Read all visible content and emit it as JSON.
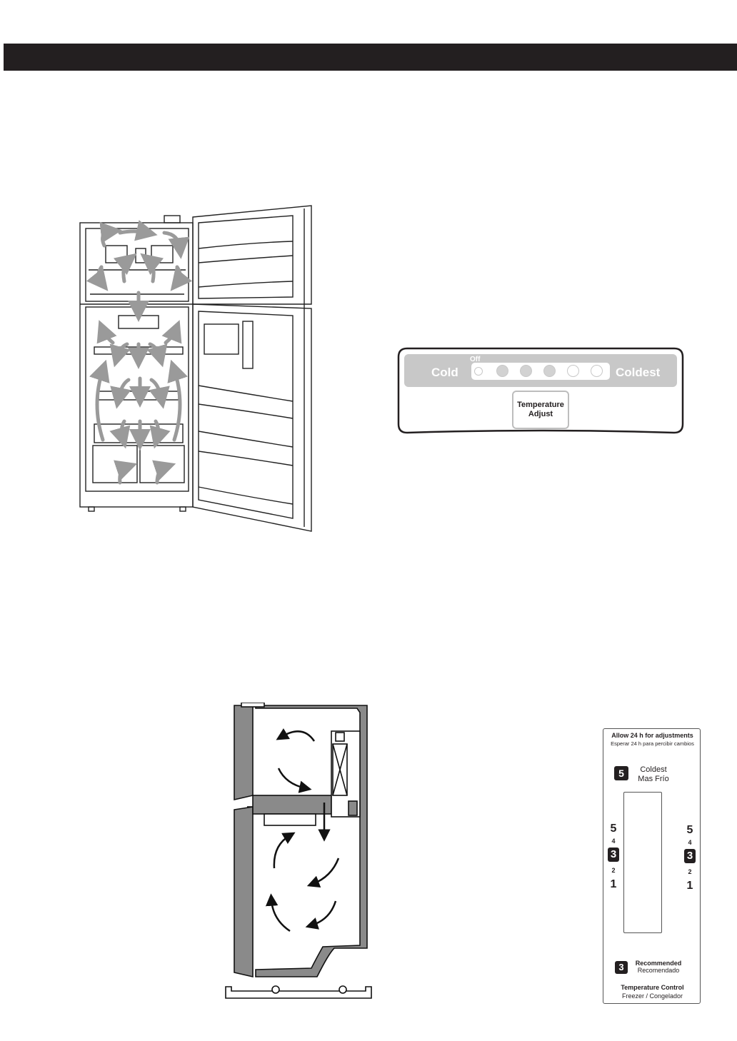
{
  "header": {
    "bar_color": "#231f20"
  },
  "control_panel": {
    "off_label": "Off",
    "cold_label": "Cold",
    "coldest_label": "Coldest",
    "button_line1": "Temperature",
    "button_line2": "Adjust",
    "leds": [
      {
        "state": "off"
      },
      {
        "state": "filled"
      },
      {
        "state": "filled"
      },
      {
        "state": "filled"
      },
      {
        "state": "empty"
      },
      {
        "state": "empty"
      }
    ]
  },
  "dial_label": {
    "header_line1": "Allow 24 h for adjustments",
    "header_line2": "Esperar 24 h para percibir cambios",
    "coldest_badge": "5",
    "coldest_en": "Coldest",
    "coldest_es": "Mas Frío",
    "scale_left": [
      "5",
      "4",
      "3",
      "2",
      "1"
    ],
    "scale_right": [
      "5",
      "4",
      "3",
      "2",
      "1"
    ],
    "recommended_badge": "3",
    "recommended_en": "Recommended",
    "recommended_es": "Recomendado",
    "footer_line1": "Temperature Control",
    "footer_line2": "Freezer / Congelador"
  },
  "colors": {
    "panel_gray": "#c8c8c8",
    "dark": "#231f20",
    "section_gray": "#8a8a8a",
    "arrow_gray": "#9a9a9a"
  }
}
